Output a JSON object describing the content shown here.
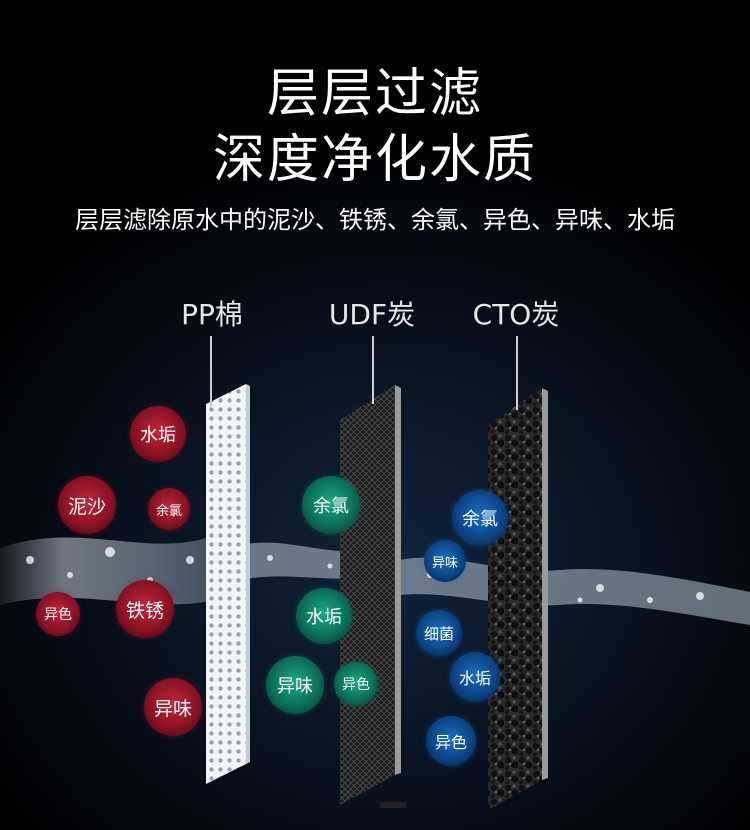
{
  "headline": {
    "line1": "层层过滤",
    "line2": "深度净化水质",
    "subtitle": "层层滤除原水中的泥沙、铁锈、余氯、异色、异味、水垢"
  },
  "layers": [
    {
      "name": "PP棉"
    },
    {
      "name": "UDF炭"
    },
    {
      "name": "CTO炭"
    }
  ],
  "impurities": {
    "pp": [
      "水垢",
      "泥沙",
      "余氯",
      "铁锈",
      "异色",
      "异味"
    ],
    "udf": [
      "余氯",
      "水垢",
      "异味",
      "异色"
    ],
    "cto": [
      "余氯",
      "异味",
      "细菌",
      "水垢",
      "异色"
    ]
  },
  "colors": {
    "pp": "#8a1224",
    "udf": "#0c6e58",
    "cto": "#0c4586",
    "water": "#cfe3f2"
  }
}
